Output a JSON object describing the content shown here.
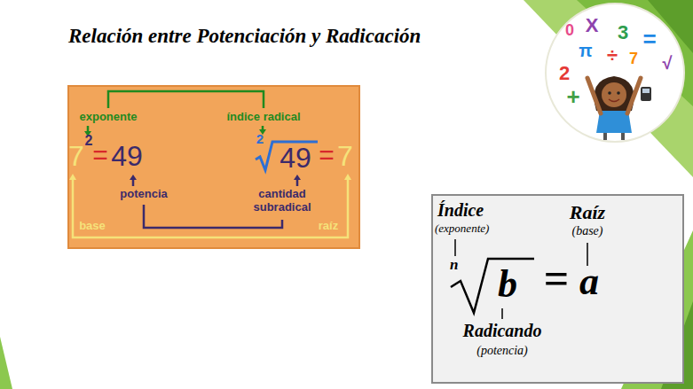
{
  "diagram": {
    "title": "Relación entre Potenciación y Radicación",
    "nodes": [
      {
        "text": [
          "exponente",
          "índice radical",
          "7",
          "2",
          "=",
          "49",
          "2",
          "49",
          "=",
          "7",
          "potencia",
          "cantidad subradical",
          "base",
          "raíz"
        ]
      },
      {
        "text": [
          "Índice",
          "(exponente)",
          "n",
          "b",
          "=",
          "a",
          "Raíz",
          "(base)",
          "Radicando",
          "(potencia)"
        ]
      }
    ],
    "labels": [
      "0",
      "X",
      "3",
      "=",
      "π",
      "÷",
      "7",
      "2",
      "+",
      "√"
    ]
  }
}
